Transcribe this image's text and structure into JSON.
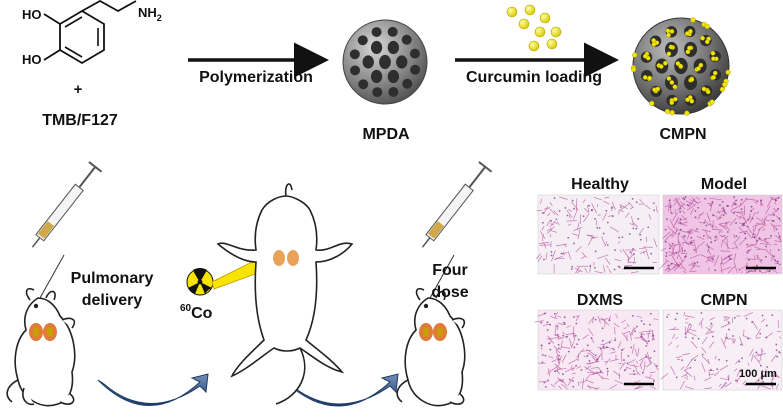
{
  "scheme": {
    "dopamine": {
      "hydroxyl_top": "HO",
      "hydroxyl_bottom": "HO",
      "amine": "NH",
      "amine_subscript": "2"
    },
    "plus_sign": "+",
    "template": "TMB/F127",
    "step1_label": "Polymerization",
    "step2_label": "Curcumin loading",
    "mpda_label": "MPDA",
    "cmpn_label": "CMPN"
  },
  "procedure": {
    "delivery_label_line1": "Pulmonary",
    "delivery_label_line2": "delivery",
    "radiation_isotope_mass": "60",
    "radiation_isotope_symbol": "Co",
    "dose_label_line1": "Four",
    "dose_label_line2": "dose"
  },
  "histology": {
    "panels": [
      {
        "label": "Healthy",
        "density": 0.3
      },
      {
        "label": "Model",
        "density": 0.85
      },
      {
        "label": "DXMS",
        "density": 0.55
      },
      {
        "label": "CMPN",
        "density": 0.25
      }
    ],
    "scale_bar_label": "100 μm"
  },
  "colors": {
    "curcumin": "#f2e600",
    "particle": "#7a7a7a",
    "tissue_stain": "#d98fc6",
    "arrow_blue": "#1f3b67",
    "radiation_yellow": "#f7e400"
  }
}
